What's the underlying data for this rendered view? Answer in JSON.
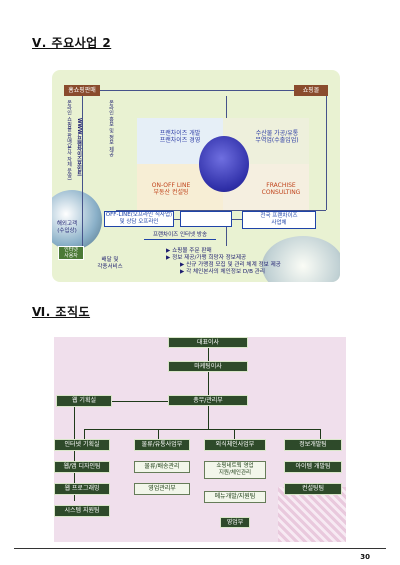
{
  "section5": {
    "title": "Ⅴ. 주요사업 2"
  },
  "diagram1": {
    "center_tl": "프랜차이즈 개발\n프랜차이즈 경영",
    "center_tr": "수산물 가공/유통\n무역업(수출입업)",
    "center_bl": "ON-OFF LINE\n부동산 컨설팅",
    "center_br": "FRACHISE\nCONSULTING",
    "left_top_box": "홈쇼핑판매",
    "right_top_box": "쇼핑몰",
    "vertical_text_1": "온라인 쇼핑몰 판매(본사 자체 운영)",
    "vertical_text_2": "WWW.프랜차이즈포인트",
    "vertical_text_3": "온라인 홍보 및 정보 제공",
    "left_small_1": "해외고객\n(수입상)",
    "left_small_2": "인터넷\n사용자",
    "offline_box": "OFF-LINE(오프라인 직사업)\n및 상담 오프라인",
    "center_box": "",
    "right_box": "전국 프랜차이즈\n사업체",
    "below_label": "프랜차이즈 인터넷 방송",
    "bottom_left": "배달 및\n각종서비스",
    "notes": [
      "▶ 쇼핑몰 주문 판매",
      "▶ 정보 제공/가맹 희망자 정보제공",
      "▶ 신규 가맹점 모집 및 관리 체계 정보 제공",
      "▶ 각 체인본사의 체인정보 D/B 관리"
    ]
  },
  "section6": {
    "title": "Ⅵ. 조직도"
  },
  "org": {
    "ceo": "대표이사",
    "md": "마케팅이사",
    "general": "총무/관리부",
    "web": "웹 기획실",
    "left_col": [
      "인터넷 기획실",
      "웹/앱 디자인팀",
      "웹 프로그래밍",
      "시스템 지원팀"
    ],
    "col2_head": "물류/유통사업부",
    "col2": [
      "물류/배송관리",
      "영업관리부"
    ],
    "col3_head": "외식체인사업부",
    "col3": [
      "쇼핑네트웍 영업\n지원/체인관리",
      "메뉴개발/지원팀",
      "영업부"
    ],
    "col4_head": "정보개발팀",
    "col4": [
      "아이템 개발팀",
      "컨설팅팀"
    ]
  },
  "page_number": "30"
}
